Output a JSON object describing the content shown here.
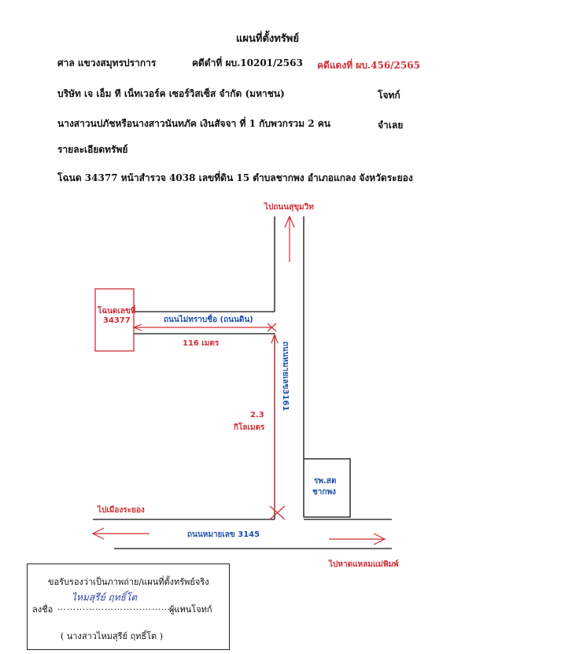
{
  "document": {
    "title": "แผนที่ตั้งทรัพย์",
    "court": "ศาล แขวงสมุทรปราการ",
    "black_case": "คดีดำที่ ผบ.10201/2563",
    "red_case": "คดีแดงที่ ผบ.456/2565",
    "plaintiff": "บริษัท เจ เอ็ม ที เน็ทเวอร์ค เซอร์วิสเซ็ส จำกัด (มหาชน)",
    "plaintiff_role": "โจทก์",
    "defendant": "นางสาวนปภัชหรือนางสาวนันทภัค เงินสัจจา ที่ 1 กับพวกรวม 2 คน",
    "defendant_role": "จำเลย",
    "property_heading": "รายละเอียดทรัพย์",
    "property_detail": "โฉนด 34377 หน้าสำรวจ 4038 เลขที่ดิน 15 ตำบลชากพง อำเภอแกลง จังหวัดระยอง"
  },
  "map": {
    "to_sukhumvit": "ไปถนนสุขุมวิท",
    "deed_line1": "โฉนดเลขที่",
    "deed_line2": "34377",
    "unnamed_road": "ถนนไม่ทราบชื่อ (ถนนดิน)",
    "distance_short": "116 เมตร",
    "main_road_vertical": "ถนนหมายเลข3161",
    "distance_long_1": "2.3",
    "distance_long_2": "กิโลเมตร",
    "hospital_line1": "รพ.สต",
    "hospital_line2": "ชากพง",
    "to_rayong": "ไปเมืองระยอง",
    "road_3145": "ถนนหมายเลข 3145",
    "to_beach": "ไปหาดแหลมแม่พิมพ์"
  },
  "certification": {
    "line1": "ขอรับรองว่าเป็นภาพถ่าย/แผนที่ตั้งทรัพย์จริง",
    "sign_prefix": "ลงชื่อ",
    "signature": "ไหมสุรีย์ ฤทธิ์โต",
    "sign_suffix": "ผู้แทนโจทก์",
    "name": "( นางสาวไหมสุรีย์ ฤทธิ์โต )"
  },
  "colors": {
    "accent_red": "#d12d36",
    "label_blue": "#2050a8",
    "ink": "#111111"
  }
}
